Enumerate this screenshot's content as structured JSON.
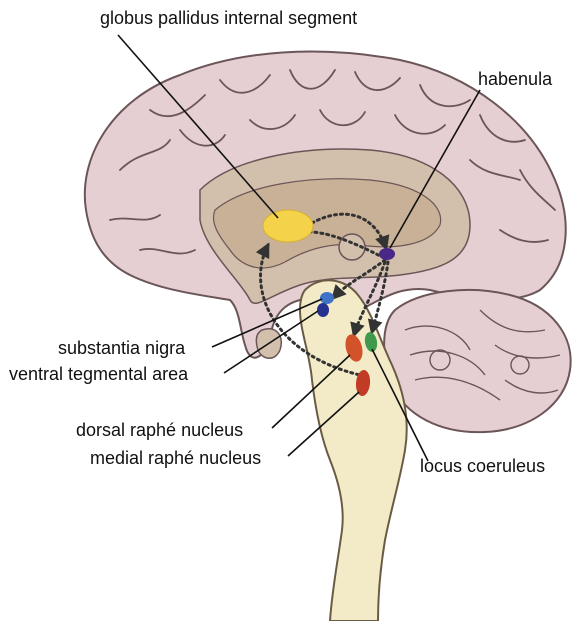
{
  "labels": {
    "globus_pallidus": "globus pallidus internal segment",
    "habenula": "habenula",
    "substantia_nigra": "substantia nigra",
    "vta": "ventral tegmental area",
    "dorsal_raphe": "dorsal raphé nucleus",
    "medial_raphe": "medial raphé nucleus",
    "locus_coeruleus": "locus coeruleus"
  },
  "colors": {
    "cortex_fill": "#e5cfd3",
    "cortex_stroke": "#6b5557",
    "inner_region": "#d2c0ac",
    "ventricle": "#c8b196",
    "brainstem": "#f3ebc7",
    "brainstem_stroke": "#6b5b45",
    "globus_pallidus": "#f4d24a",
    "habenula": "#4a2888",
    "substantia_nigra": "#3f73c8",
    "vta": "#27318f",
    "dorsal_raphe": "#d2532a",
    "medial_raphe": "#c13b26",
    "locus_coeruleus": "#3f9a4e",
    "pathway": "#333333",
    "leader_line": "#111111"
  }
}
